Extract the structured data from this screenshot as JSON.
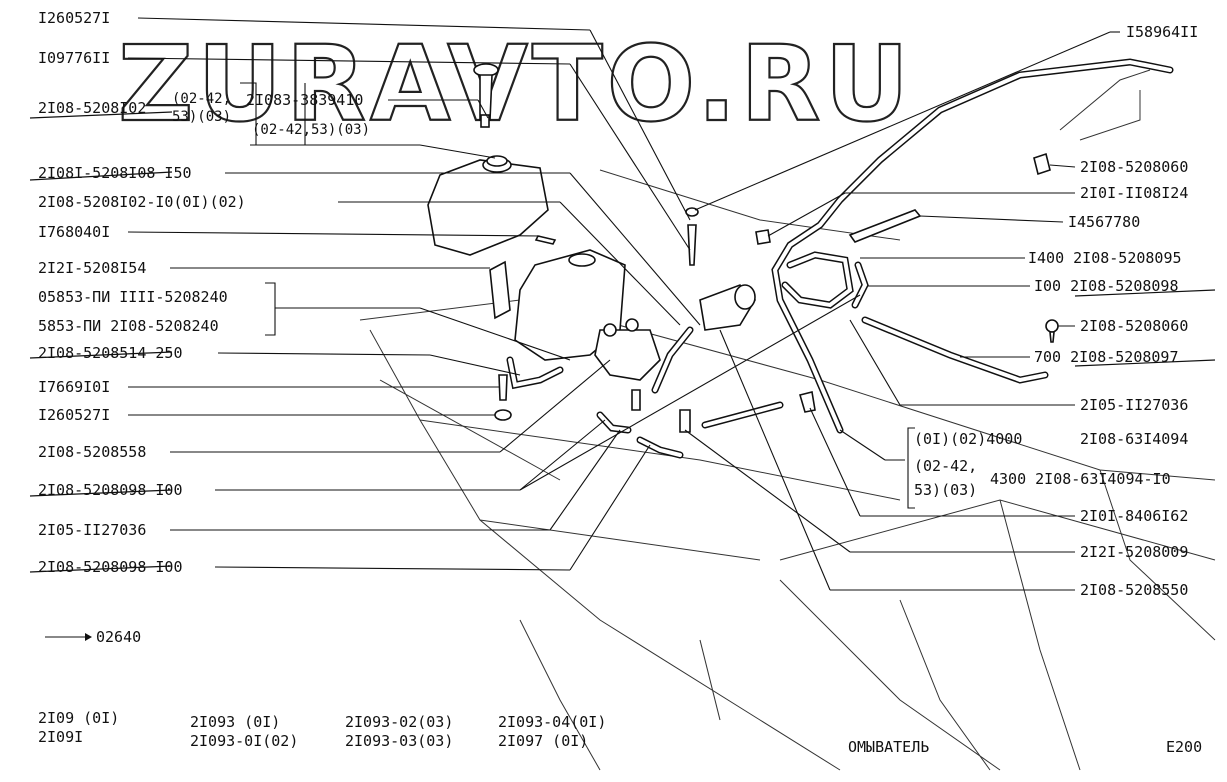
{
  "watermark": "ZURAVTO.RU",
  "labels_left": [
    {
      "id": "l1",
      "text": "I260527I"
    },
    {
      "id": "l2",
      "text": "I09776II"
    },
    {
      "id": "l3",
      "text": "2I08-5208I02"
    },
    {
      "id": "l3b",
      "text": "(02-42,"
    },
    {
      "id": "l3c",
      "text": "53)(03)"
    },
    {
      "id": "l3d",
      "text": "2I083-3839410"
    },
    {
      "id": "l3e",
      "text": "(02-42,53)(03)"
    },
    {
      "id": "l4",
      "text": "2I08I-5208I08 I50"
    },
    {
      "id": "l5",
      "text": "2I08-5208I02-I0(0I)(02)"
    },
    {
      "id": "l6",
      "text": "I768040I"
    },
    {
      "id": "l7",
      "text": "2I2I-5208I54"
    },
    {
      "id": "l8",
      "text": "05853-ПИ IIII-5208240"
    },
    {
      "id": "l9",
      "text": "5853-ПИ  2I08-5208240"
    },
    {
      "id": "l10",
      "text": "2I08-5208514 250"
    },
    {
      "id": "l11",
      "text": "I7669I0I"
    },
    {
      "id": "l12",
      "text": "I260527I"
    },
    {
      "id": "l13",
      "text": "2I08-5208558"
    },
    {
      "id": "l14",
      "text": "2I08-5208098 I00"
    },
    {
      "id": "l15",
      "text": "2I05-II27036"
    },
    {
      "id": "l16",
      "text": "2I08-5208098 I00"
    },
    {
      "id": "l17",
      "text": "02640"
    }
  ],
  "labels_right": [
    {
      "id": "r1",
      "text": "I58964II"
    },
    {
      "id": "r2",
      "text": "2I08-5208060"
    },
    {
      "id": "r3",
      "text": "2I0I-II08I24"
    },
    {
      "id": "r4",
      "text": "I4567780"
    },
    {
      "id": "r5",
      "text": "I400 2I08-5208095"
    },
    {
      "id": "r6",
      "text": "I00 2I08-5208098"
    },
    {
      "id": "r7",
      "text": "2I08-5208060"
    },
    {
      "id": "r8",
      "text": "700 2I08-5208097"
    },
    {
      "id": "r9",
      "text": "2I05-II27036"
    },
    {
      "id": "r10",
      "text": "(0I)(02)4000"
    },
    {
      "id": "r10b",
      "text": "2I08-63I4094"
    },
    {
      "id": "r11",
      "text": "(02-42,"
    },
    {
      "id": "r11b",
      "text": "4300 2I08-63I4094-I0"
    },
    {
      "id": "r11c",
      "text": "53)(03)"
    },
    {
      "id": "r12",
      "text": "2I0I-8406I62"
    },
    {
      "id": "r13",
      "text": "2I2I-5208009"
    },
    {
      "id": "r14",
      "text": "2I08-5208550"
    }
  ],
  "models": [
    {
      "id": "m1",
      "text": "2I09 (0I)"
    },
    {
      "id": "m2",
      "text": "2I09I"
    },
    {
      "id": "m3",
      "text": "2I093    (0I)"
    },
    {
      "id": "m4",
      "text": "2I093-0I(02)"
    },
    {
      "id": "m5",
      "text": "2I093-02(03)"
    },
    {
      "id": "m6",
      "text": "2I093-03(03)"
    },
    {
      "id": "m7",
      "text": "2I093-04(0I)"
    },
    {
      "id": "m8",
      "text": "2I097    (0I)"
    }
  ],
  "caption": "ОМЫВАТЕЛЬ",
  "page_code": "E200"
}
